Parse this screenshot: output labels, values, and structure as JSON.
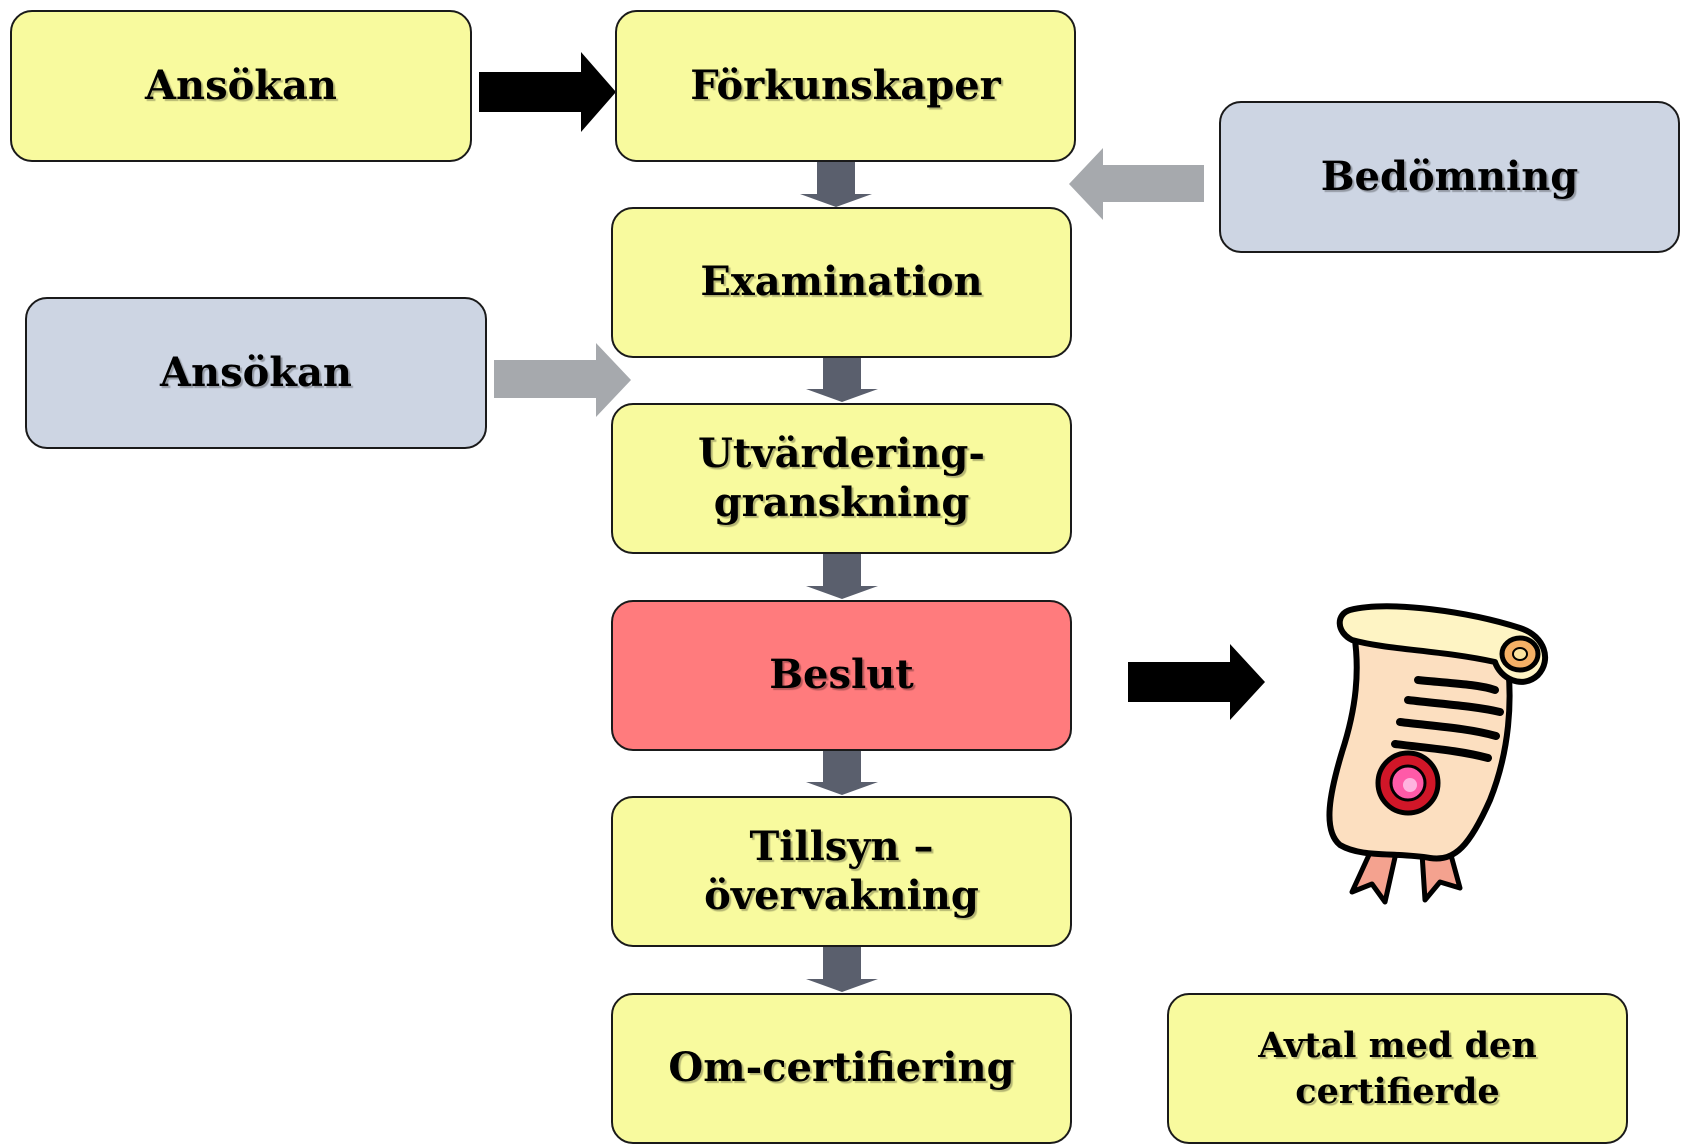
{
  "boxes": {
    "ansokan_top": "Ansökan",
    "forkunskaper": "Förkunskaper",
    "bedomning": "Bedömning",
    "examination": "Examination",
    "ansokan_left": "Ansökan",
    "utvardering": "Utvärdering-\ngranskning",
    "beslut": "Beslut",
    "tillsyn": "Tillsyn –\növervakning",
    "om_certifiering": "Om-certifiering",
    "avtal": "Avtal med den\ncertifierde"
  },
  "colors": {
    "yellow_box": "#f8fa9e",
    "blue_box": "#cdd5e3",
    "red_box": "#ff7b7d",
    "black_arrow": "#000000",
    "dark_arrow": "#5a5f6d",
    "gray_arrow": "#a6a9ad"
  },
  "icons": {
    "certificate": "certificate-scroll-icon"
  }
}
